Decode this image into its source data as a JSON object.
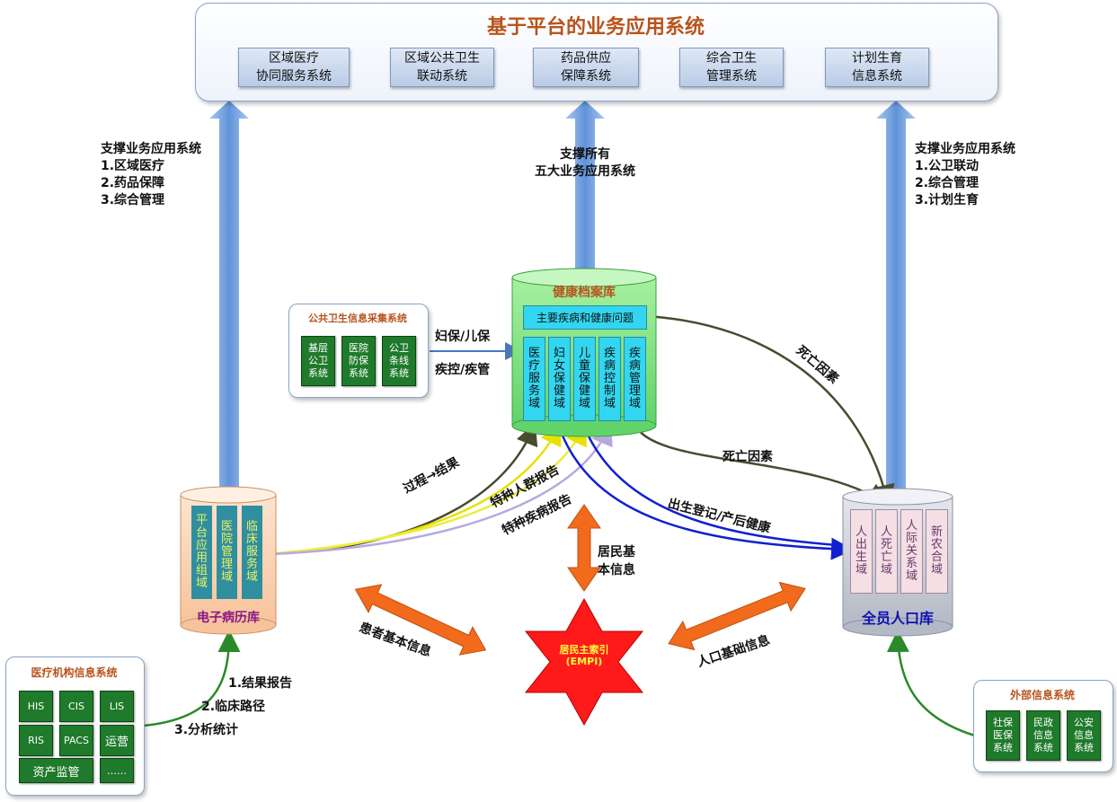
{
  "top_system": {
    "title": "基于平台的业务应用系统",
    "subsystems": [
      "区域医疗\n协同服务系统",
      "区域公共卫生\n联动系统",
      "药品供应\n保障系统",
      "综合卫生\n管理系统",
      "计划生育\n信息系统"
    ]
  },
  "support_notes": {
    "left": [
      "支撑业务应用系统",
      "1.区域医疗",
      "2.药品保障",
      "3.综合管理"
    ],
    "middle": [
      "支撑所有",
      "五大业务应用系统"
    ],
    "right": [
      "支撑业务应用系统",
      "1.公卫联动",
      "2.综合管理",
      "3.计划生育"
    ]
  },
  "public_health": {
    "title": "公共卫生信息采集系统",
    "items": [
      "基层\n公卫\n系统",
      "医院\n防保\n系统",
      "公卫\n条线\n系统"
    ],
    "arrow_labels": [
      "妇保/儿保",
      "疾控/疾管"
    ]
  },
  "health_archive": {
    "title": "健康档案库",
    "main_issue": "主要疾病和健康问题",
    "domains": [
      "医疗服务域",
      "妇女保健域",
      "儿童保健域",
      "疾病控制域",
      "疾病管理域"
    ]
  },
  "emr": {
    "title": "电子病历库",
    "domains": [
      "平台应用组域",
      "医院管理域",
      "临床服务域"
    ]
  },
  "population": {
    "title": "全员人口库",
    "domains": [
      "人出生域",
      "人死亡域",
      "人际关系域",
      "新农合域"
    ]
  },
  "empi": {
    "line1": "居民主索引",
    "line2": "(EMPI)"
  },
  "flow_labels": {
    "process_result": "过程→结果",
    "special_population": "特种人群报告",
    "special_disease": "特种疾病报告",
    "birth_postnatal": "出生登记/产后健康",
    "death_factor_1": "死亡因素",
    "death_factor_2": "死亡因素",
    "resident_basic_info": [
      "居民基",
      "本信息"
    ],
    "patient_basic_info": "患者基本信息",
    "population_basic_info": "人口基础信息"
  },
  "medical_inst": {
    "title": "医疗机构信息系统",
    "items": [
      "HIS",
      "CIS",
      "LIS",
      "RIS",
      "PACS",
      "运营",
      "资产监管",
      "……"
    ],
    "notes": [
      "1.结果报告",
      "2.临床路径",
      "3.分析统计"
    ]
  },
  "external": {
    "title": "外部信息系统",
    "items": [
      "社保\n医保\n系统",
      "民政\n信息\n系统",
      "公安\n信息\n系统"
    ]
  },
  "colors": {
    "title_orange": "#b8541c",
    "system_box": "#b9cbe6",
    "green_box": "#1f7a2b",
    "archive_green": "#7fe07f",
    "domain_cyan": "#33d6f0",
    "emr_peach": "#fbd5b5",
    "emr_domain": "#2f8fa0",
    "population_gray": "#c9ced8",
    "empi_red": "#ff1a1a",
    "double_arrow_orange": "#f26a1b",
    "population_title_blue": "#1010b0"
  }
}
